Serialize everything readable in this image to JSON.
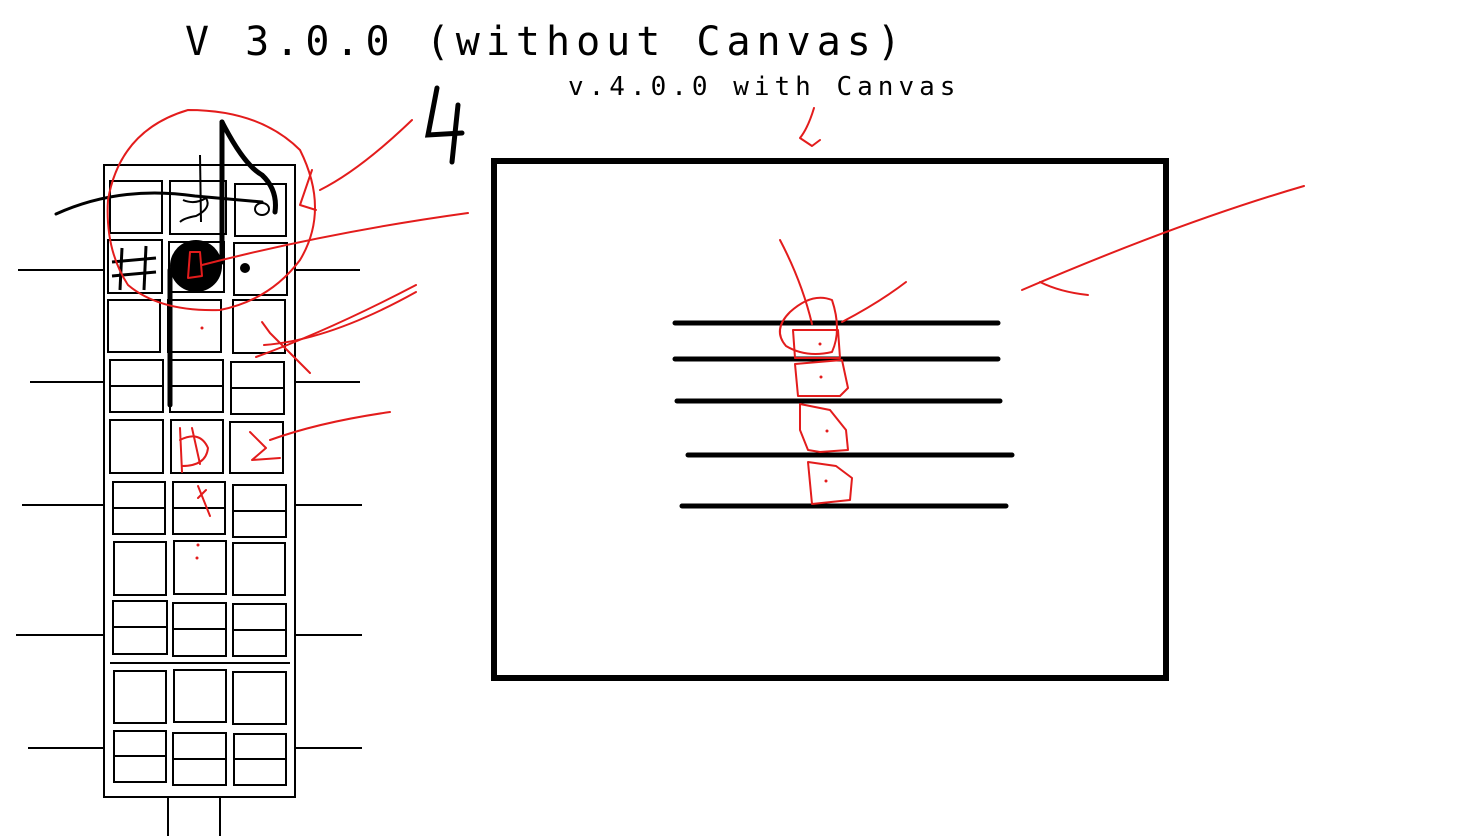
{
  "labels": {
    "v3_title": "V 3.0.0 (without Canvas)",
    "v4_title": "v.4.0.0 with Canvas",
    "note_value": "4"
  },
  "colors": {
    "ink": "#000000",
    "annotation": "#e31c1c",
    "background": "#ffffff"
  },
  "icons": {
    "sharp": "sharp-icon",
    "dot": "dot-icon",
    "eighth_note": "eighth-note-icon",
    "staff_cursor": "selection-box-icon"
  }
}
